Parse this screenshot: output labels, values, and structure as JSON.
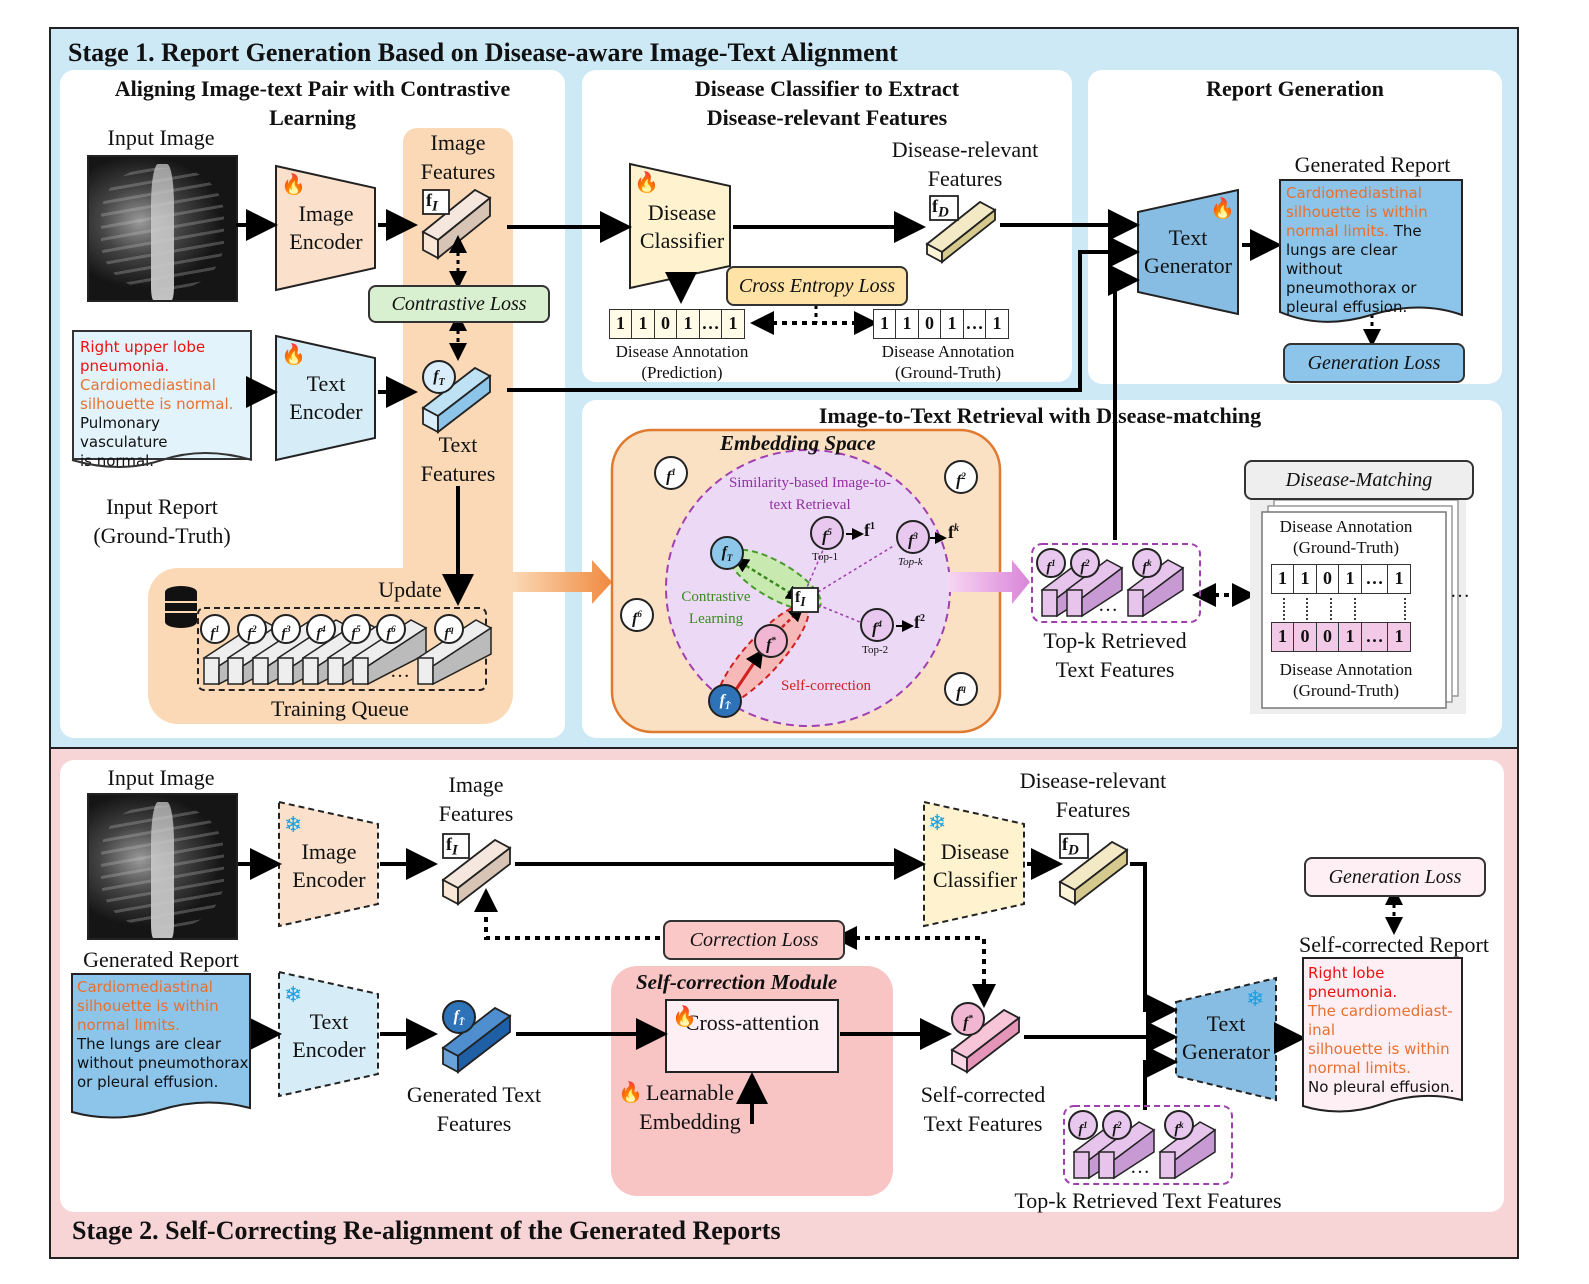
{
  "stage1": {
    "title": "Stage 1. Report Generation Based on Disease-aware Image-Text Alignment",
    "panel_a_title": "Aligning Image-text Pair with Contrastive Learning",
    "panel_b_title": "Disease Classifier to Extract Disease-relevant Features",
    "panel_c_title": "Report Generation",
    "panel_d_title": "Image-to-Text Retrieval with Disease-matching",
    "input_image": "Input Image",
    "image_encoder": "Image Encoder",
    "image_features": "Image Features",
    "contrastive_loss": "Contrastive Loss",
    "text_encoder": "Text Encoder",
    "text_features": "Text Features",
    "input_report_lines": {
      "l1": "Right upper lobe",
      "l2": "pneumonia.",
      "l3": "Cardiomediastinal",
      "l4": "silhouette is normal.",
      "l5": "Pulmonary vasculature",
      "l6": "is normal."
    },
    "input_report_caption": "Input Report (Ground-Truth)",
    "update": "Update",
    "training_queue": "Training Queue",
    "disease_classifier": "Disease Classifier",
    "disease_relevant_features": "Disease-relevant Features",
    "cross_entropy_loss": "Cross Entropy Loss",
    "pred_cells": [
      "1",
      "1",
      "0",
      "1",
      "…",
      "1"
    ],
    "gt_cells": [
      "1",
      "1",
      "0",
      "1",
      "…",
      "1"
    ],
    "annotation_pred": "Disease Annotation (Prediction)",
    "annotation_gt": "Disease Annotation (Ground-Truth)",
    "text_generator": "Text Generator",
    "generated_report_title": "Generated Report",
    "generated_report": {
      "o1": "Cardiomediastinal",
      "o2": "silhouette is within",
      "o3": "normal limits.",
      "b1": "The",
      "b2": "lungs are clear without",
      "b3": "pneumothorax or",
      "b4": "pleural effusion."
    },
    "generation_loss": "Generation Loss",
    "embedding_space": "Embedding Space",
    "similarity_retrieval": "Similarity-based Image-to-text Retrieval",
    "contrastive_learning": "Contrastive Learning",
    "self_correction": "Self-correction",
    "top1": "Top-1",
    "top2": "Top-2",
    "topk": "Top-k",
    "topk_retrieved": "Top-k Retrieved Text Features",
    "disease_matching": "Disease-Matching",
    "dm_gt_top": "Disease Annotation (Ground-Truth)",
    "dm_gt_bottom": "Disease Annotation (Ground-Truth)",
    "dm_row1": [
      "1",
      "1",
      "0",
      "1",
      "…",
      "1"
    ],
    "dm_row2": [
      "1",
      "0",
      "0",
      "1",
      "…",
      "1"
    ],
    "ellipsis": "…"
  },
  "stage2": {
    "title": "Stage 2. Self-Correcting Re-alignment of the Generated Reports",
    "input_image": "Input Image",
    "image_encoder": "Image Encoder",
    "image_features": "Image Features",
    "disease_relevant_features": "Disease-relevant Features",
    "disease_classifier": "Disease Classifier",
    "generation_loss": "Generation Loss",
    "correction_loss": "Correction Loss",
    "generated_report_title": "Generated Report",
    "generated_report": {
      "o1": "Cardiomediastinal",
      "o2": "silhouette is within",
      "o3": "normal limits.",
      "b1": "The lungs are clear",
      "b2": "without pneumothorax",
      "b3": "or pleural effusion."
    },
    "text_encoder": "Text Encoder",
    "generated_text_features": "Generated Text Features",
    "self_correction_module": "Self-correction Module",
    "cross_attention": "Cross-attention",
    "learnable_embedding": "Learnable Embedding",
    "self_corrected_text_features": "Self-corrected Text Features",
    "text_generator": "Text Generator",
    "self_corrected_report_title": "Self-corrected Report",
    "self_corrected_report": {
      "r1": "Right lobe pneumonia.",
      "o1": "The cardiomediast-inal",
      "o2": "silhouette is within",
      "o3": "normal limits.",
      "b1": "No pleural effusion."
    },
    "topk_retrieved": "Top-k Retrieved Text Features"
  },
  "colors": {
    "stage1_bg": "#cde9f6",
    "stage2_bg": "#f7d4d6",
    "orange_panel": "#fbd9b6",
    "embedding_bg": "#fbe1c4",
    "loss_green": "#d8f0d0",
    "loss_yellow": "#ffe3a6",
    "loss_blue": "#8cc4ea",
    "loss_pink": "#fbc8c8",
    "red_text": "#e11111",
    "orange_text": "#e87030"
  },
  "icons": [
    "fire-icon",
    "snowflake-icon",
    "database-icon"
  ]
}
